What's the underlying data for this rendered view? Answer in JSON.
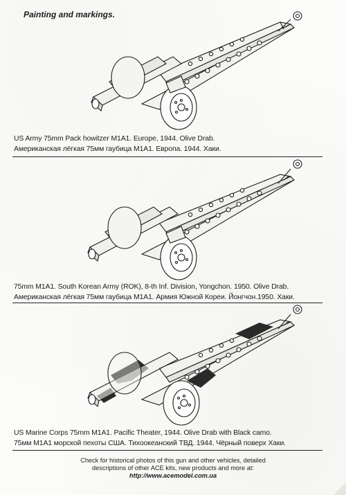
{
  "page": {
    "title": "Painting and markings.",
    "panels": [
      {
        "caption_en": "US Army 75mm Pack howitzer M1A1. Europe, 1944. Olive Drab.",
        "caption_ru": "Американская лёгкая 75мм гаубица M1A1. Европа. 1944. Хаки."
      },
      {
        "caption_en": "75mm M1A1. South Korean Army (ROK), 8-th Inf. Division, Yongchon. 1950. Olive Drab.",
        "caption_ru": "Американская лёгкая 75мм гаубица M1A1. Армия Южной Кореи. Йонгчон.1950. Хаки."
      },
      {
        "caption_en": "US Marine Corps 75mm M1A1. Pacific Theater, 1944. Olive Drab with Black camo.",
        "caption_ru": "75мм M1A1 морской пехоты США. Тихоокеанский ТВД. 1944. Чёрный поверх Хаки."
      }
    ],
    "footer": {
      "line1": "Check for historical photos of this gun and  other vehicles, detailed",
      "line2": "descriptions of other ACE kits, new products and more at:",
      "url": "http://www.acemodel.com.ua"
    }
  }
}
